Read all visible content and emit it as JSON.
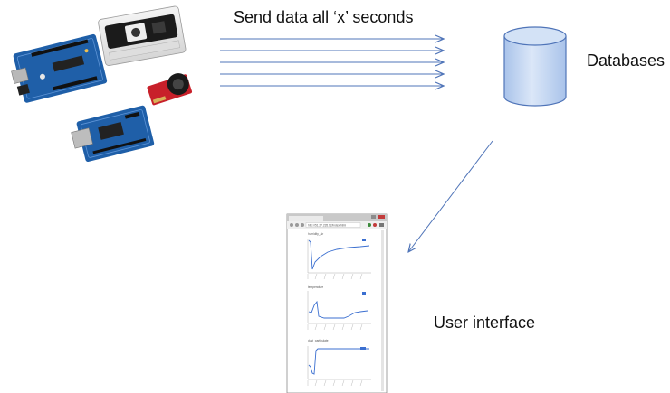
{
  "labels": {
    "send_data": "Send data all ‘x’ seconds",
    "databases": "Databases",
    "user_interface": "User interface"
  },
  "browser": {
    "address_text": "http://51.27.235.92/index.html",
    "chart_titles": [
      "humidity_air",
      "temperature",
      "dust_particulate"
    ]
  },
  "colors": {
    "arrow": "#4f74b8",
    "cylinder_fill": "#c9daf2",
    "cylinder_stroke": "#4f74b8",
    "board_blue": "#1f5fa8",
    "sensor_red": "#c8202a",
    "chart_line": "#3b6fd0"
  }
}
